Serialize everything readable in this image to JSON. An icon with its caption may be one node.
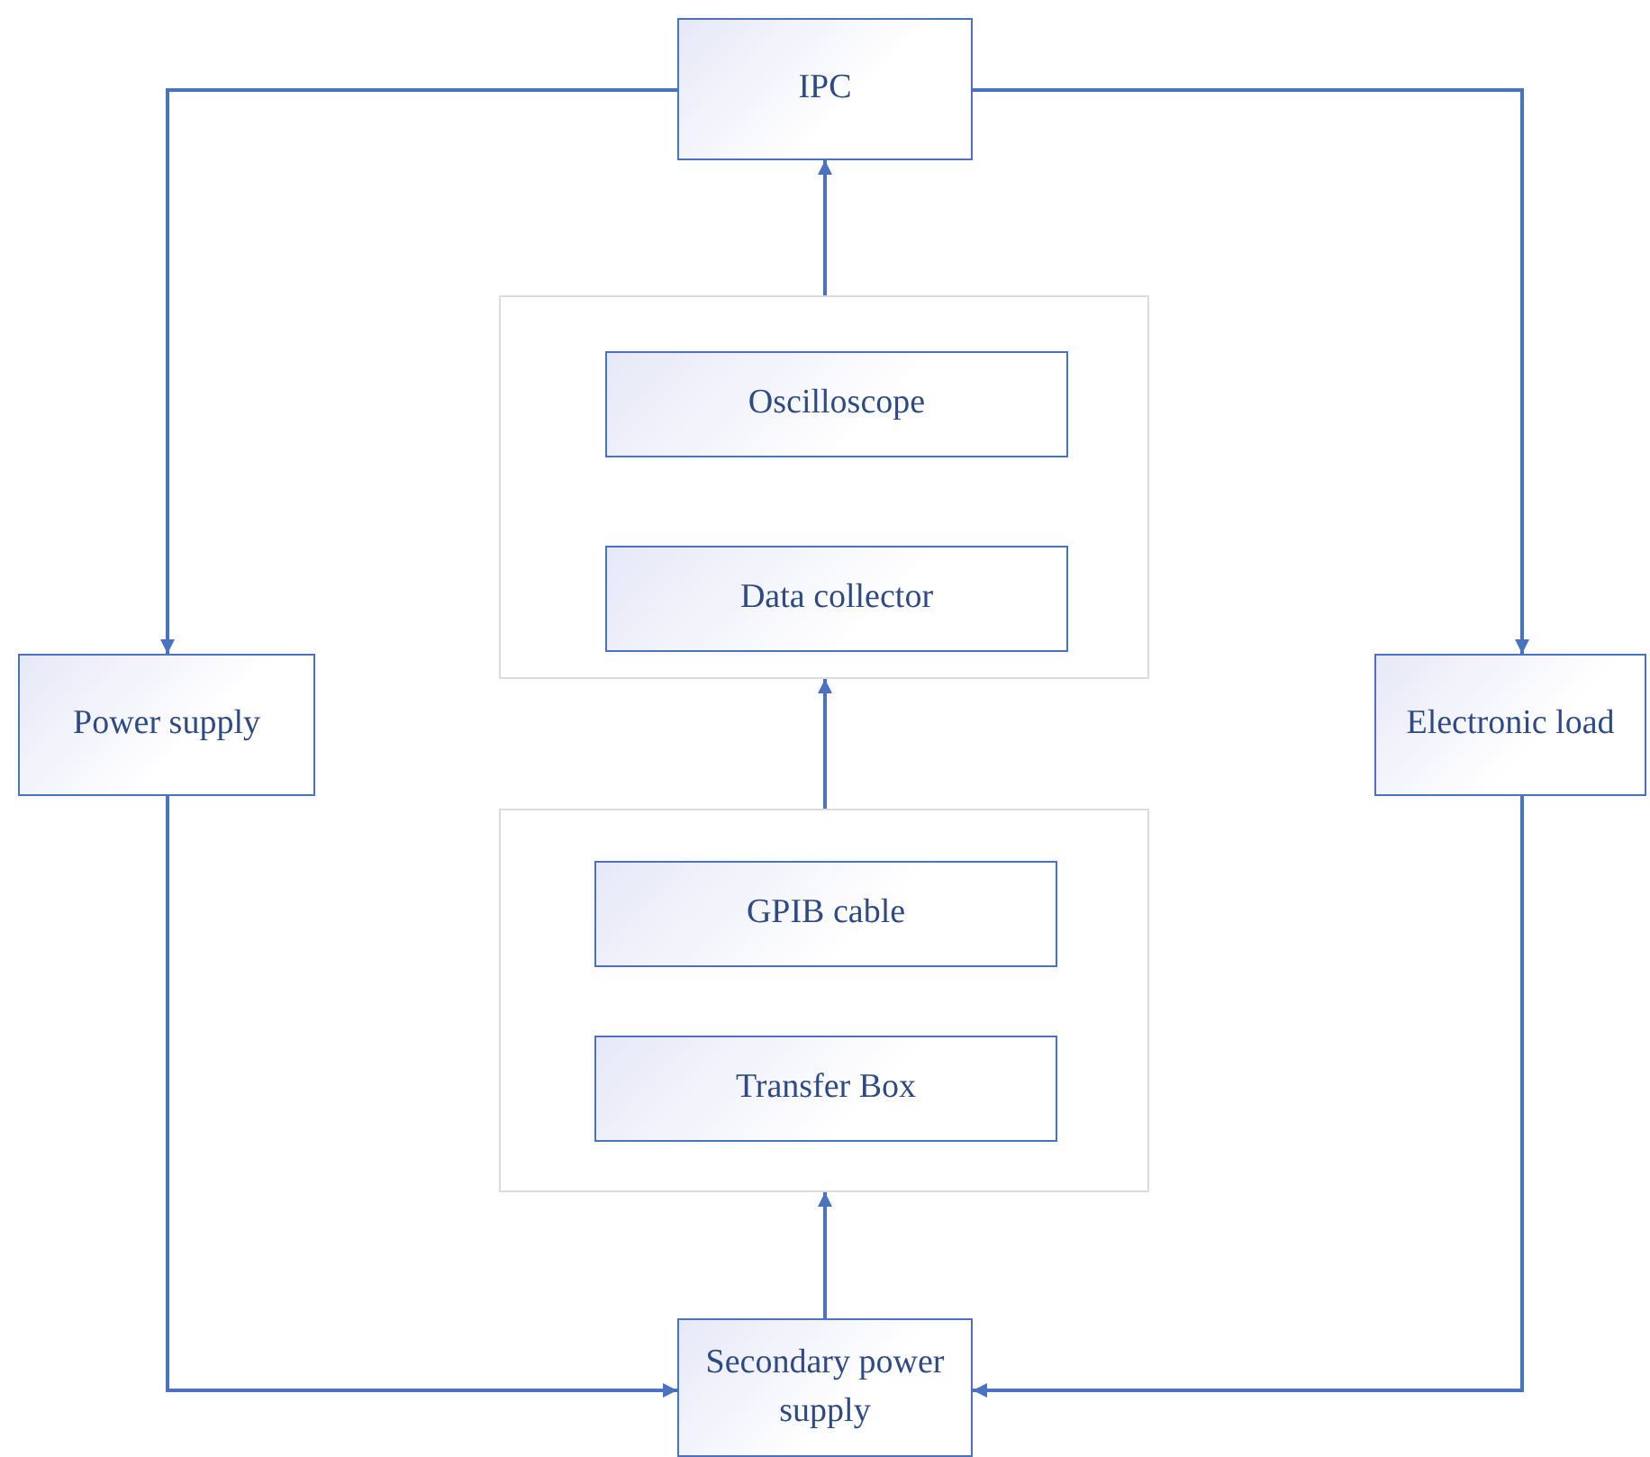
{
  "diagram": {
    "nodes": [
      {
        "text": [
          "IPC"
        ]
      },
      {
        "text": [],
        "shape": "box"
      },
      {
        "text": [
          "Oscilloscope"
        ],
        "in": 1
      },
      {
        "text": [
          "Data collector"
        ],
        "in": 1
      },
      {
        "text": [],
        "shape": "box"
      },
      {
        "text": [
          "GPIB cable"
        ],
        "in": 4
      },
      {
        "text": [
          "Transfer Box"
        ],
        "in": 4
      },
      {
        "text": [
          "Power supply"
        ]
      },
      {
        "text": [
          "Electronic load"
        ]
      },
      {
        "text": [
          "Secondary power supply"
        ]
      }
    ],
    "edges": [
      {
        "from": 0,
        "to": 7,
        "arrow": "to"
      },
      {
        "from": 0,
        "to": 8,
        "arrow": "to"
      },
      {
        "from": 1,
        "to": 0,
        "arrow": "to"
      },
      {
        "from": 4,
        "to": 1,
        "arrow": "to"
      },
      {
        "from": 9,
        "to": 4,
        "arrow": "to"
      },
      {
        "from": 7,
        "to": 9,
        "arrow": "to"
      },
      {
        "from": 8,
        "to": 9,
        "arrow": "to"
      }
    ]
  }
}
